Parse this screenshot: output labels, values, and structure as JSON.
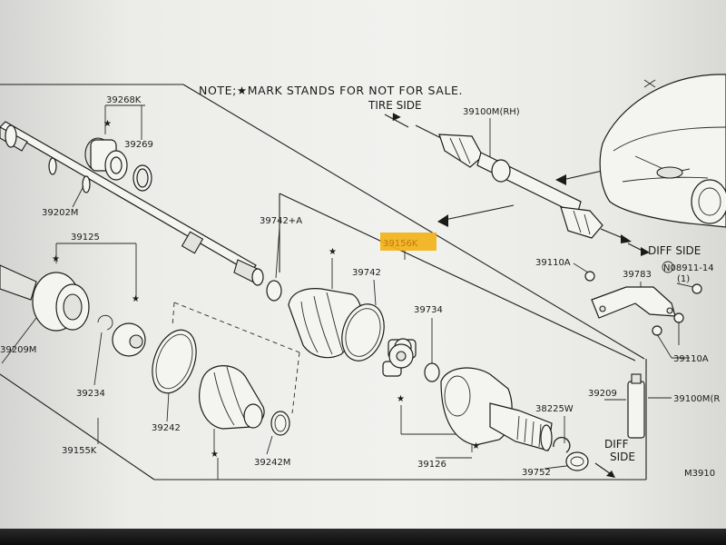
{
  "note": "NOTE;★MARK STANDS FOR NOT FOR SALE.",
  "directions": {
    "tire_side": "TIRE SIDE",
    "diff_side_right": "DIFF SIDE",
    "diff_side_bottom_1": "DIFF",
    "diff_side_bottom_2": "SIDE"
  },
  "highlight": {
    "part": "39156K",
    "color": "#f2b318"
  },
  "parts": {
    "p39268K": "39268K",
    "p39269": "39269",
    "p39202M": "39202M",
    "p39125": "39125",
    "p39209M": "39209M",
    "p39234": "39234",
    "p39155K": "39155K",
    "p39242": "39242",
    "p39242M": "39242M",
    "p39742A": "39742+A",
    "p39742": "39742",
    "p39734": "39734",
    "p39126": "39126",
    "p39752": "39752",
    "p38225W": "38225W",
    "p39209": "39209",
    "p39100MR": "39100M(R",
    "p39100MRH": "39100M(RH)",
    "p3910A_top": "39110A",
    "p39783": "39783",
    "p08911": "N08911-14",
    "p08911_qty": "(1)",
    "p39110A": "39110A",
    "ref": "M3910"
  },
  "star": "★"
}
